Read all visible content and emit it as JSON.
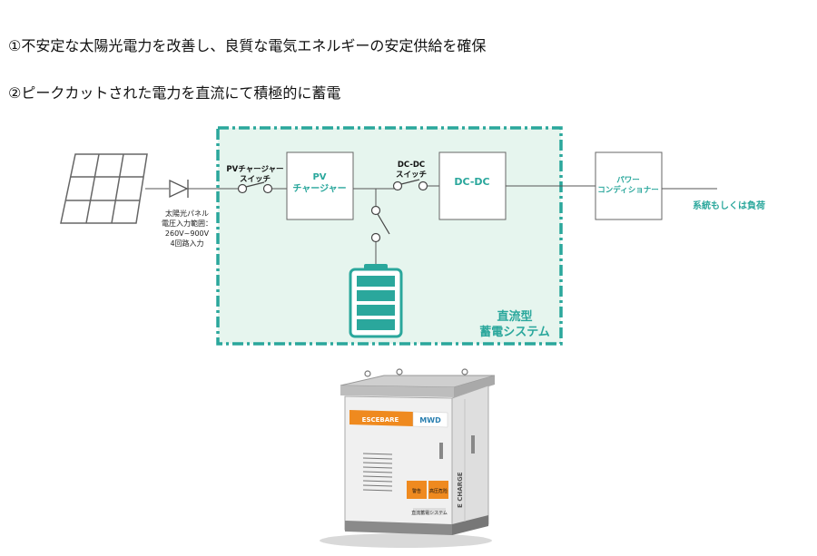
{
  "headings": {
    "line1": "①不安定な太陽光電力を改善し、良質な電気エネルギーの安定供給を確保",
    "line2": "②ピークカットされた電力を直流にて積極的に蓄電"
  },
  "diagram": {
    "pv_switch_line1": "PVチャージャー",
    "pv_switch_line2": "スイッチ",
    "pv_charger_line1": "PV",
    "pv_charger_line2": "チャージャー",
    "dcdc_switch_line1": "DC-DC",
    "dcdc_switch_line2": "スイッチ",
    "dcdc_box": "DC-DC",
    "power_conditioner_line1": "パワー",
    "power_conditioner_line2": "コンディショナー",
    "output_label": "系統もしくは負荷",
    "panel_note": [
      "太陽光パネル",
      "電圧入力範囲：",
      "260V~900V",
      "4回路入力"
    ],
    "system_label_line1": "直流型",
    "system_label_line2": "蓄電システム"
  },
  "product": {
    "brand_left": "ESCEBARE",
    "brand_right": "MWD",
    "side_text": "E CHARGE",
    "warning_left": "警告",
    "warning_right": "高压危险",
    "bottom_label": "直流蓄電システム"
  },
  "colors": {
    "teal": "#2aa79c",
    "panel_fill": "#e6f5ee",
    "orange": "#ef8a1f",
    "line": "#555555"
  }
}
